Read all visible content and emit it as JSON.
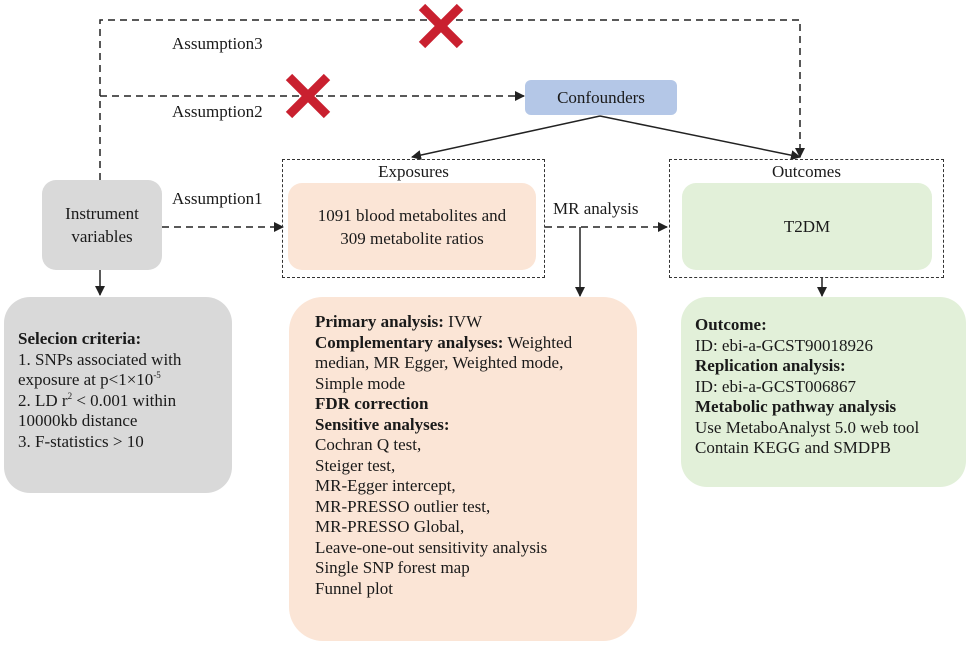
{
  "colors": {
    "instrument_fill": "#d9d9d9",
    "criteria_fill": "#d9d9d9",
    "confounders_fill": "#b4c7e7",
    "exposures_fill": "#fbe5d6",
    "analysis_fill": "#fbe5d6",
    "outcomes_fill": "#e2f0d9",
    "outcome_details_fill": "#e2f0d9",
    "cross": "#c9202f",
    "line": "#222222"
  },
  "assumptions": {
    "assumption3": "Assumption3",
    "assumption2": "Assumption2",
    "assumption1": "Assumption1"
  },
  "confounders": "Confounders",
  "instrument": {
    "line1": "Instrument",
    "line2": "variables"
  },
  "exposures": {
    "title": "Exposures",
    "line1": "1091 blood metabolites and",
    "line2": "309 metabolite ratios"
  },
  "mr_analysis": "MR analysis",
  "outcomes": {
    "title": "Outcomes",
    "label": "T2DM"
  },
  "criteria": {
    "title": "Selecion criteria:",
    "l1": "1. SNPs associated with",
    "l2_pre": "exposure at p<1×10",
    "l2_sup": "-5",
    "l3_pre": "2. LD r",
    "l3_sup": "2",
    "l3_post": " < 0.001 within",
    "l4": "10000kb distance",
    "l5": "3. F-statistics > 10"
  },
  "analysis": {
    "primary_label": "Primary analysis:",
    "primary_value": " IVW",
    "complementary_label": "Complementary analyses:",
    "complementary_value1": " Weighted",
    "complementary_value2": "median, MR Egger, Weighted mode,",
    "complementary_value3": "Simple mode",
    "fdr": "FDR correction",
    "sensitive_label": "Sensitive analyses:",
    "sensitive_items": [
      "Cochran Q test,",
      "Steiger test,",
      "MR-Egger intercept,",
      "MR-PRESSO outlier test,",
      "MR-PRESSO  Global,",
      "Leave-one-out sensitivity analysis",
      "Single SNP forest map",
      "Funnel plot"
    ]
  },
  "outcome_details": {
    "outcome_label": "Outcome:",
    "outcome_id": "ID: ebi-a-GCST90018926",
    "replication_label": "Replication analysis:",
    "replication_id": "ID: ebi-a-GCST006867",
    "pathway_label": "Metabolic pathway analysis",
    "pathway_l1": "Use MetaboAnalyst 5.0 web tool",
    "pathway_l2": "Contain KEGG and SMDPB"
  }
}
